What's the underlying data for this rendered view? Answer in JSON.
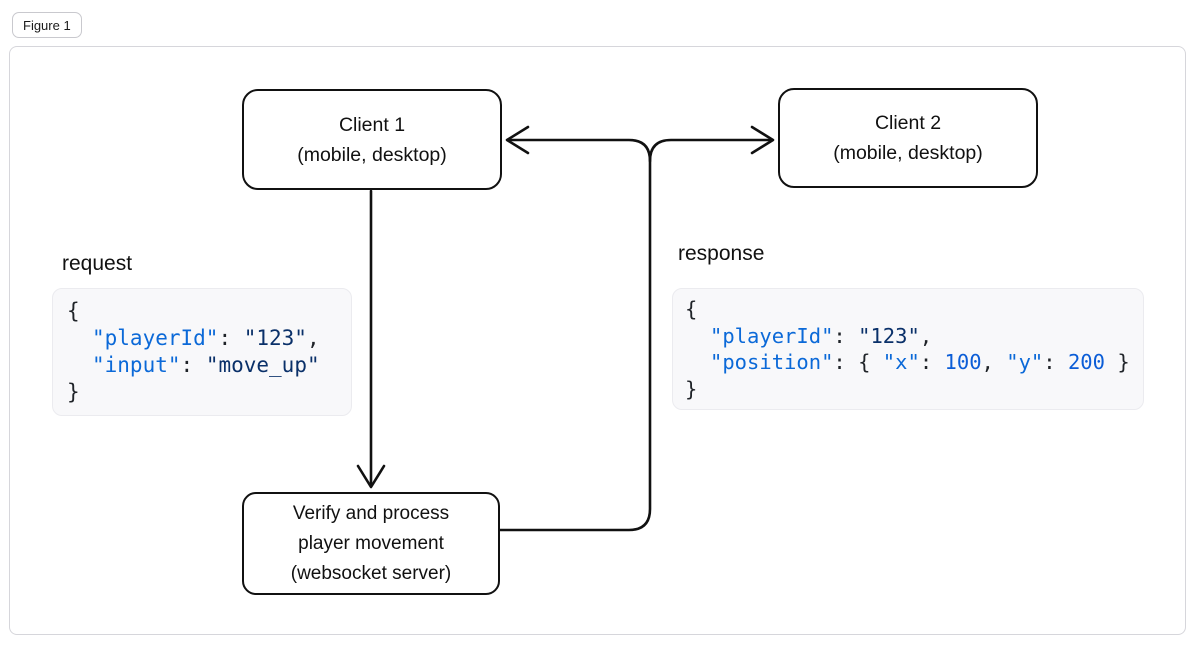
{
  "figure_label": "Figure 1",
  "colors": {
    "code-key": "#0b69d8",
    "code-string": "#0a3069",
    "code-number": "#0b5dd7",
    "code-punct": "#1f2328",
    "code-bg": "#f8f8fa",
    "code-border": "#ebebef",
    "line-color": "#111111"
  },
  "nodes": {
    "client1": {
      "title": "Client 1",
      "subtitle": "(mobile, desktop)"
    },
    "client2": {
      "title": "Client 2",
      "subtitle": "(mobile, desktop)"
    },
    "server": {
      "line1": "Verify and process",
      "line2": "player movement",
      "line3": "(websocket server)"
    }
  },
  "labels": {
    "request": "request",
    "response": "response"
  },
  "code": {
    "request": {
      "open_brace": "{",
      "close_brace": "}",
      "line1": {
        "key": "\"playerId\"",
        "colon": ": ",
        "value": "\"123\"",
        "comma": ","
      },
      "line2": {
        "key": "\"input\"",
        "colon": ": ",
        "value": "\"move_up\""
      }
    },
    "response": {
      "open_brace": "{",
      "close_brace": "}",
      "line1": {
        "key": "\"playerId\"",
        "colon": ": ",
        "value": "\"123\"",
        "comma": ","
      },
      "line2": {
        "key": "\"position\"",
        "colon": ": ",
        "obj_open": "{ ",
        "x_key": "\"x\"",
        "x_colon": ": ",
        "x_value": "100",
        "comma": ", ",
        "y_key": "\"y\"",
        "y_colon": ": ",
        "y_value": "200",
        "obj_close": " }"
      }
    }
  }
}
